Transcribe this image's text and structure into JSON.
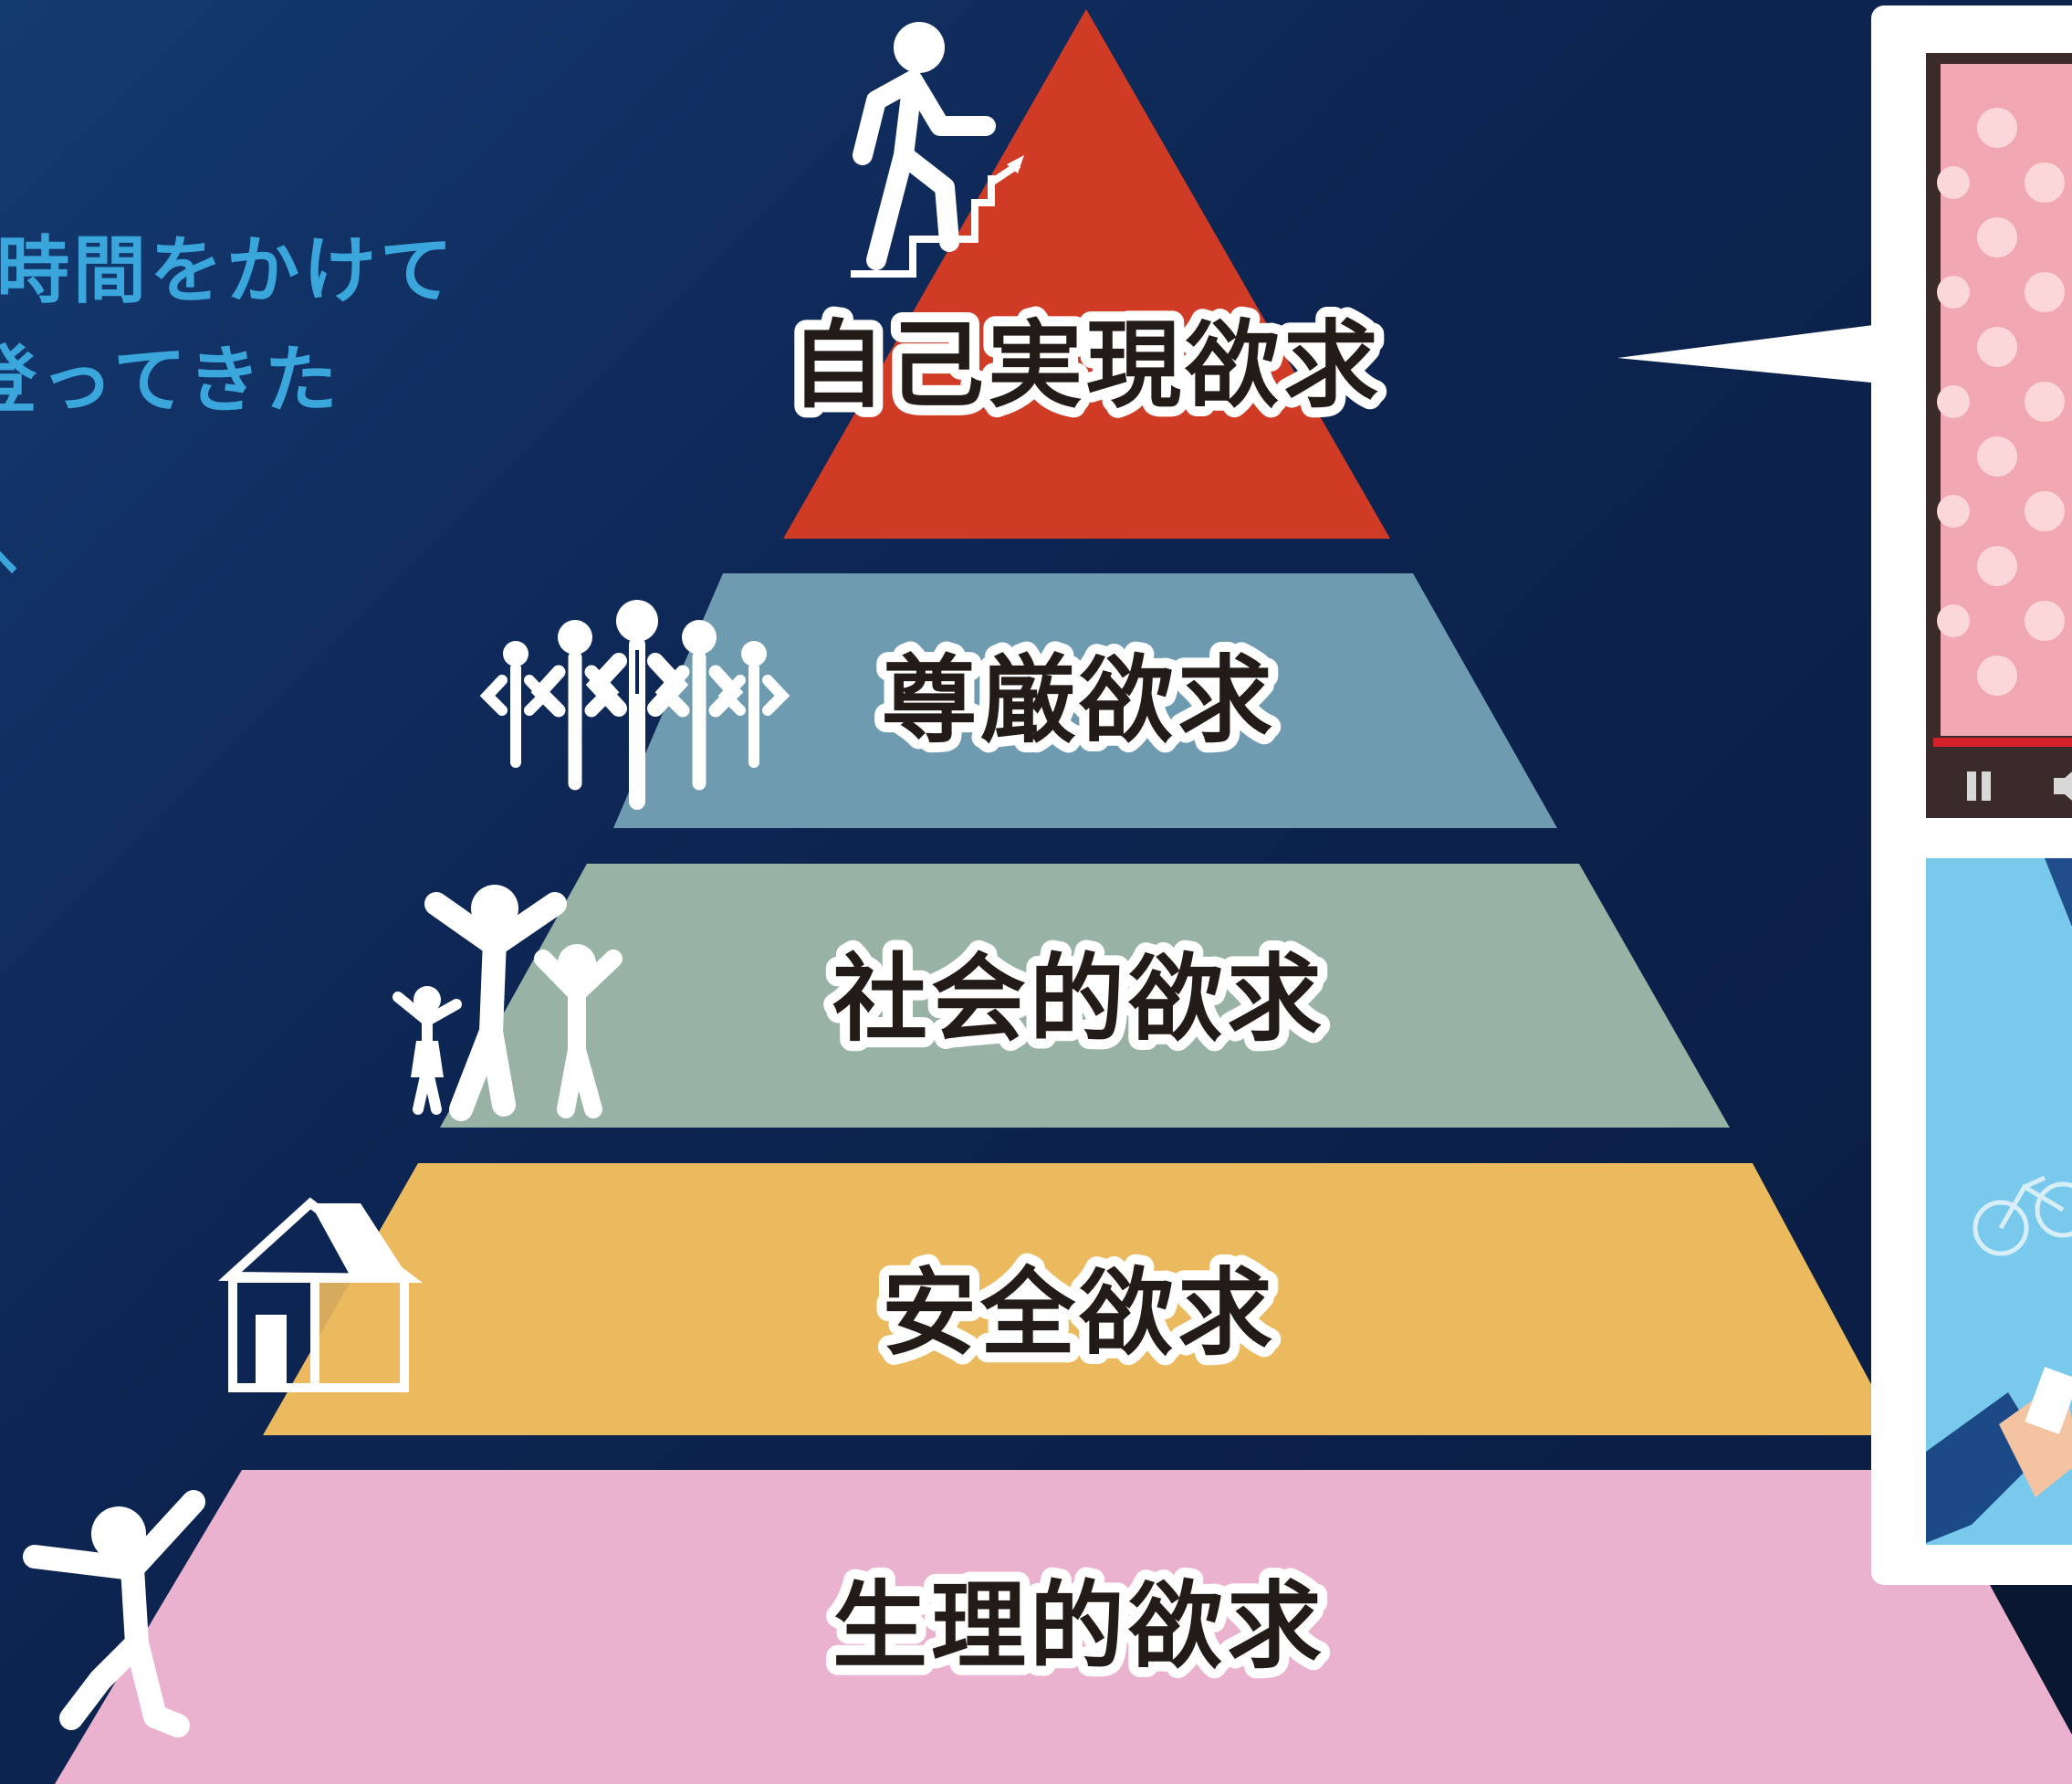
{
  "left_text": {
    "line1": "時間をかけて",
    "line2": "登ってきた",
    "line3": "へ"
  },
  "pyramid": {
    "tiers": [
      {
        "label": "自己実現欲求",
        "color": "#cf3b25",
        "icon": "climbing-stairs-person-icon"
      },
      {
        "label": "尊厳欲求",
        "color": "#6f9bb0",
        "icon": "business-team-icon"
      },
      {
        "label": "社会的欲求",
        "color": "#98b3a5",
        "icon": "family-cheering-icon"
      },
      {
        "label": "安全欲求",
        "color": "#ecba5e",
        "icon": "house-icon"
      },
      {
        "label": "生理的欲求",
        "color": "#ebb2cf",
        "icon": "jumping-person-icon"
      }
    ]
  },
  "callout": {
    "video_panel": {
      "background": "#f2a8b3",
      "icons": [
        "pause-icon",
        "volume-icon"
      ]
    },
    "illustration_panel": {
      "background": "#79c9ec",
      "icons": [
        "bicycle-icon",
        "handshake-icon"
      ]
    }
  }
}
